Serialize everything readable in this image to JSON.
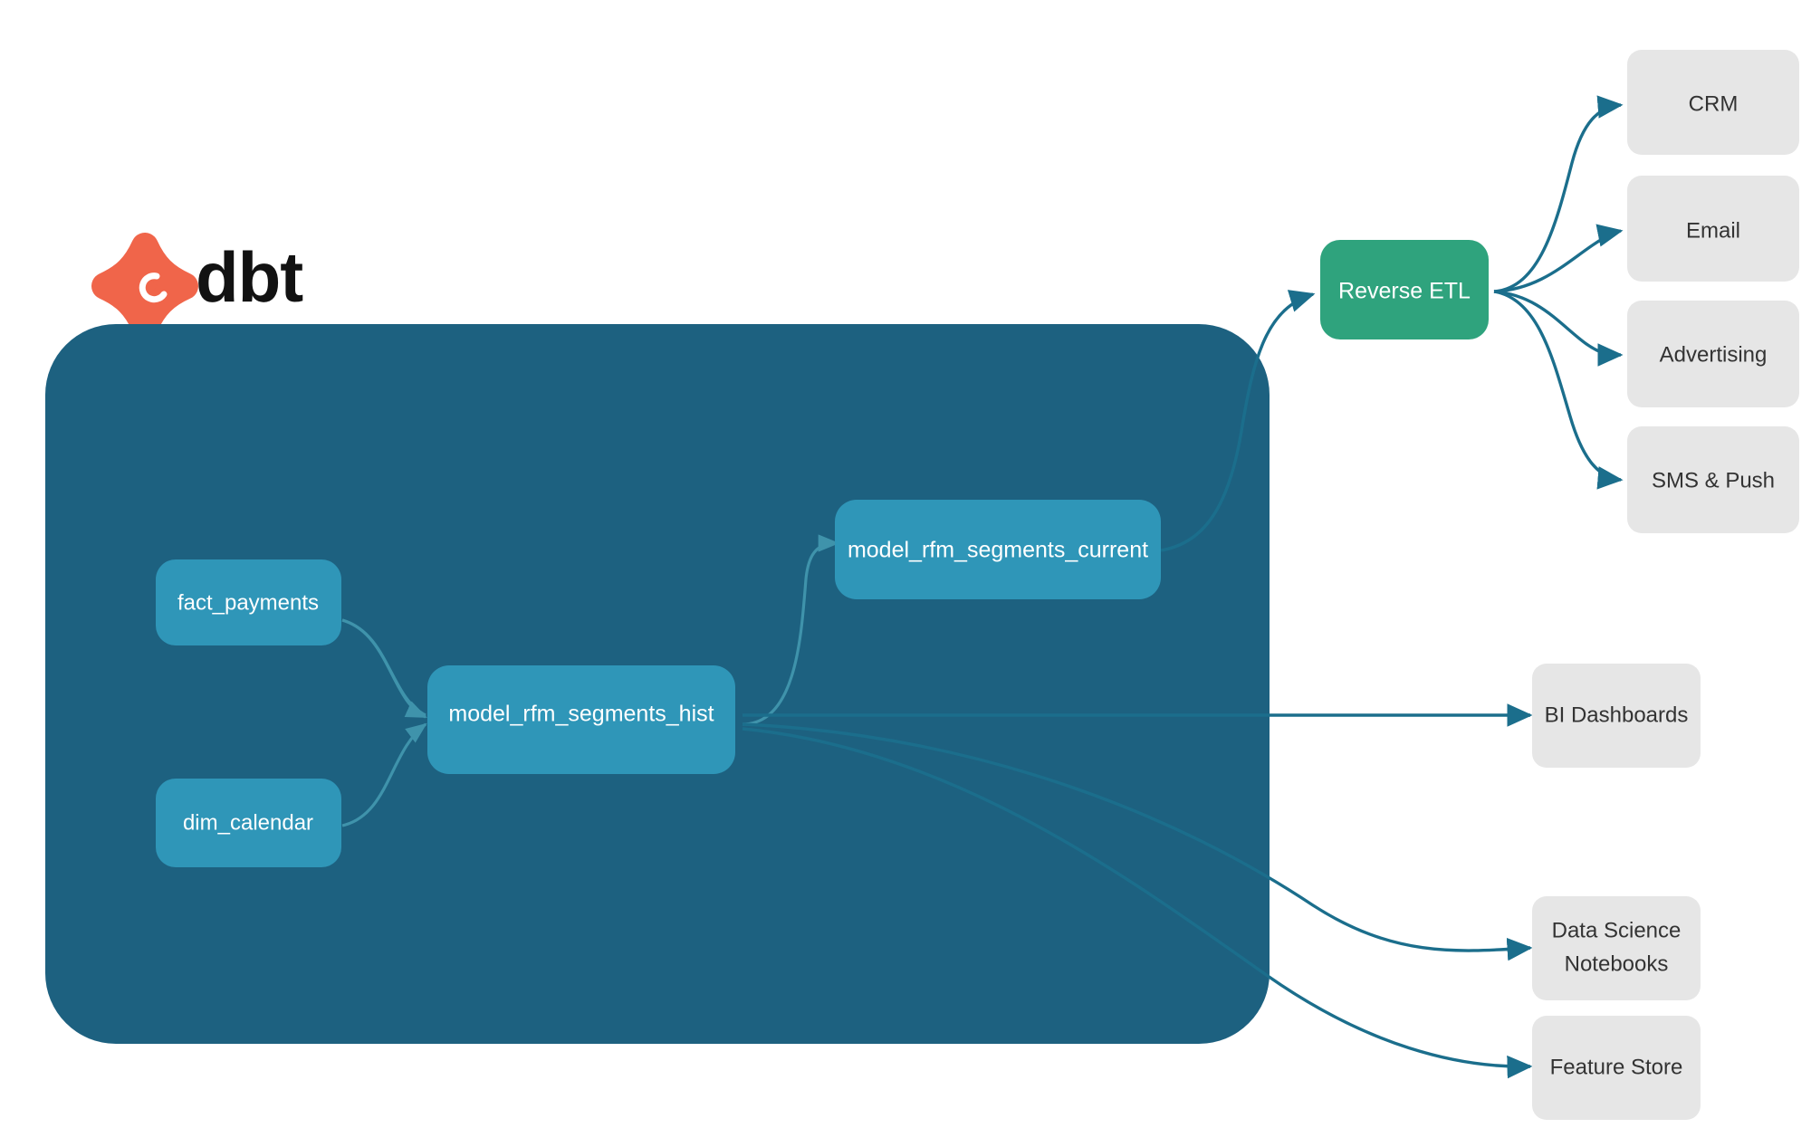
{
  "diagram": {
    "title": "dbt RFM segments lineage and activation diagram",
    "type": "flow-diagram"
  },
  "brand": {
    "logo_icon": "dbt-logo-icon",
    "wordmark": "dbt",
    "logo_color": "#f0654a",
    "wordmark_color": "#121212"
  },
  "colors": {
    "canvas": "#ffffff",
    "container_fill": "#1d6180",
    "model_fill": "#2f96b8",
    "model_text": "#ffffff",
    "activation_fill": "#2fa37d",
    "activation_text": "#ffffff",
    "consumer_fill": "#e6e6e6",
    "consumer_text": "#333333",
    "edge_internal": "#3a8fa8",
    "edge_external": "#1b6e8c"
  },
  "container": {
    "name": "dbt-project-container",
    "fill": "#1d6180"
  },
  "models": [
    {
      "id": "fact_payments",
      "label": "fact_payments"
    },
    {
      "id": "dim_calendar",
      "label": "dim_calendar"
    },
    {
      "id": "model_rfm_segments_hist",
      "label": "model_rfm_segments_hist"
    },
    {
      "id": "model_rfm_segments_current",
      "label": "model_rfm_segments_current"
    }
  ],
  "activation": {
    "id": "reverse_etl",
    "label": "Reverse ETL"
  },
  "destinations": [
    {
      "id": "crm",
      "label": "CRM"
    },
    {
      "id": "email",
      "label": "Email"
    },
    {
      "id": "advertising",
      "label": "Advertising"
    },
    {
      "id": "sms_push",
      "label": "SMS & Push"
    }
  ],
  "consumers": [
    {
      "id": "bi_dashboards",
      "label": "BI Dashboards",
      "line1": "BI Dashboards",
      "line2": ""
    },
    {
      "id": "data_science_notebooks",
      "label": "Data Science Notebooks",
      "line1": "Data Science",
      "line2": "Notebooks"
    },
    {
      "id": "feature_store",
      "label": "Feature Store",
      "line1": "Feature Store",
      "line2": ""
    }
  ],
  "edges": [
    {
      "from": "fact_payments",
      "to": "model_rfm_segments_hist"
    },
    {
      "from": "dim_calendar",
      "to": "model_rfm_segments_hist"
    },
    {
      "from": "model_rfm_segments_hist",
      "to": "model_rfm_segments_current"
    },
    {
      "from": "model_rfm_segments_current",
      "to": "reverse_etl"
    },
    {
      "from": "reverse_etl",
      "to": "crm"
    },
    {
      "from": "reverse_etl",
      "to": "email"
    },
    {
      "from": "reverse_etl",
      "to": "advertising"
    },
    {
      "from": "reverse_etl",
      "to": "sms_push"
    },
    {
      "from": "model_rfm_segments_hist",
      "to": "bi_dashboards"
    },
    {
      "from": "model_rfm_segments_hist",
      "to": "data_science_notebooks"
    },
    {
      "from": "model_rfm_segments_hist",
      "to": "feature_store"
    }
  ]
}
